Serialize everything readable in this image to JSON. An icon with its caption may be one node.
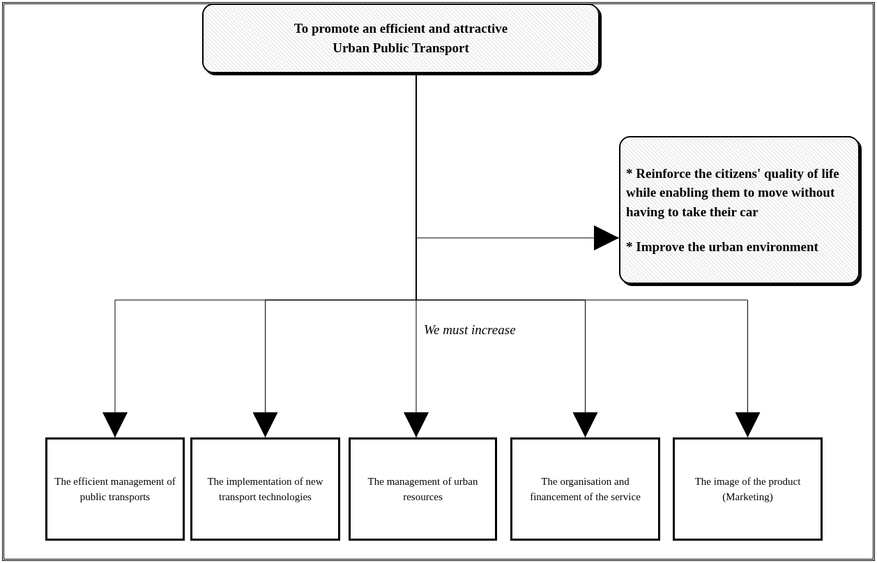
{
  "diagram": {
    "nodes": [
      {
        "text": [
          "To promote an efficient and attractive Urban Public Transport"
        ]
      },
      {
        "text": [
          "* Reinforce the citizens' quality of life while enabling them to move without having to take their car",
          "* Improve the urban environment"
        ]
      },
      {
        "text": [
          "The efficient management of public transports"
        ]
      },
      {
        "text": [
          "The implementation of new transport technologies"
        ]
      },
      {
        "text": [
          "The management of urban resources"
        ]
      },
      {
        "text": [
          "The organisation and financement of the service"
        ]
      },
      {
        "text": [
          "The image of the product (Marketing)"
        ]
      }
    ],
    "edges": [
      {
        "from": 0,
        "to": 1,
        "arrow": "to"
      },
      {
        "from": 0,
        "to": 2,
        "arrow": "to"
      },
      {
        "from": 0,
        "to": 3,
        "arrow": "to"
      },
      {
        "from": 0,
        "to": 4,
        "arrow": "to"
      },
      {
        "from": 0,
        "to": 5,
        "arrow": "to"
      },
      {
        "from": 0,
        "to": 6,
        "arrow": "to"
      }
    ],
    "labels": [
      "We must increase"
    ]
  }
}
